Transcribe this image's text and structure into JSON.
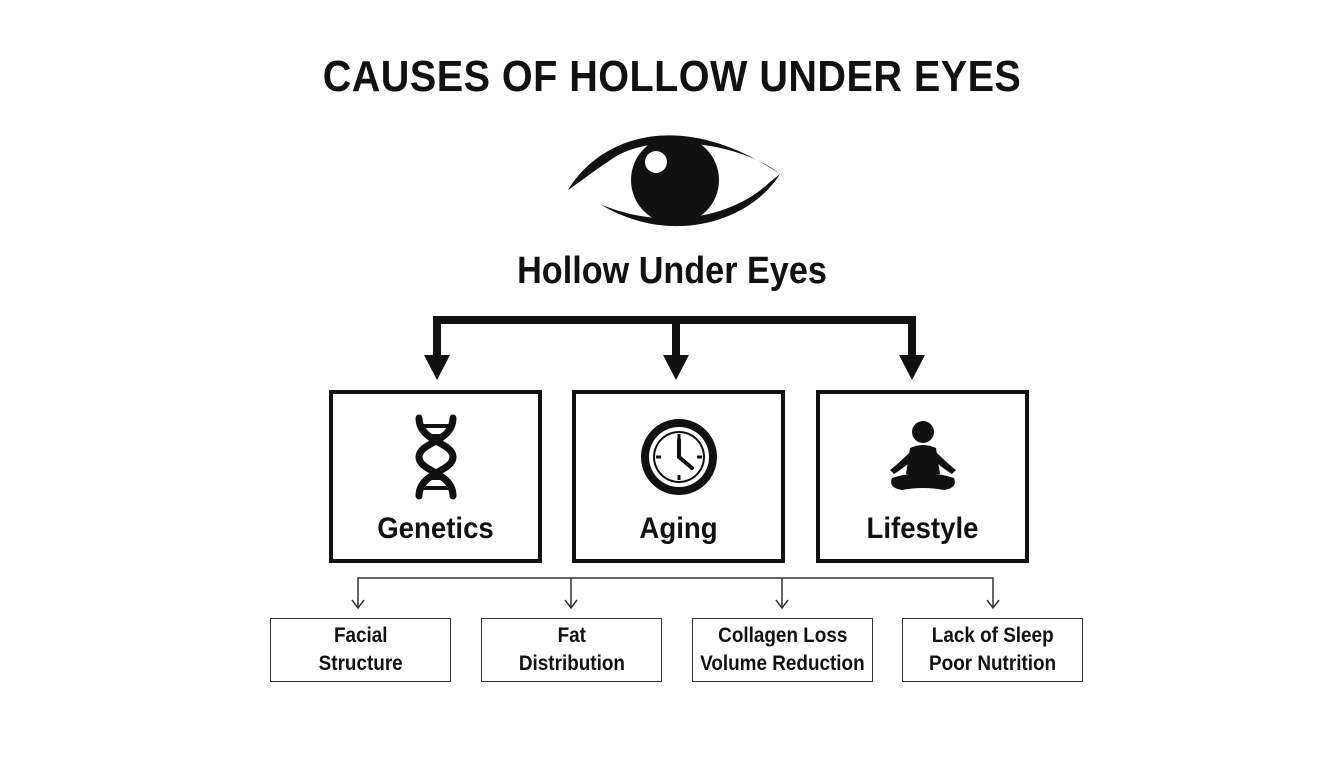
{
  "title": "CAUSES OF HOLLOW UNDER EYES",
  "root": {
    "label": "Hollow Under Eyes",
    "icon": "eye-icon"
  },
  "categories": [
    {
      "label": "Genetics",
      "icon": "dna-icon"
    },
    {
      "label": "Aging",
      "icon": "clock-icon"
    },
    {
      "label": "Lifestyle",
      "icon": "meditation-icon"
    }
  ],
  "factors": [
    {
      "line1": "Facial",
      "line2": "Structure"
    },
    {
      "line1": "Fat",
      "line2": "Distribution"
    },
    {
      "line1": "Collagen Loss",
      "line2": "Volume Reduction"
    },
    {
      "line1": "Lack of Sleep",
      "line2": "Poor Nutrition"
    }
  ],
  "colors": {
    "ink": "#111111",
    "background": "#ffffff"
  }
}
